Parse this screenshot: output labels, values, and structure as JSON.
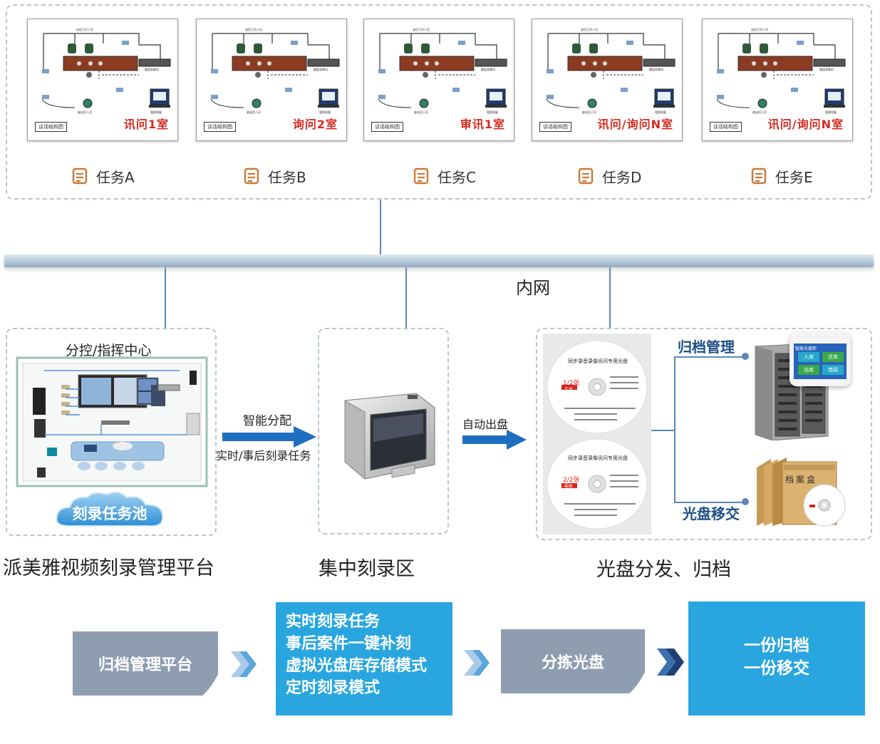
{
  "rooms": [
    {
      "name": "讯问1室",
      "label": "谈话结构图"
    },
    {
      "name": "询问2室",
      "label": "谈话结构图"
    },
    {
      "name": "审讯1室",
      "label": "谈话结构图"
    },
    {
      "name": "讯问/询问N室",
      "label": "谈话结构图"
    },
    {
      "name": "讯问/询问N室",
      "label": "谈话结构图"
    }
  ],
  "tasks": [
    "任务A",
    "任务B",
    "任务C",
    "任务D",
    "任务E"
  ],
  "network_label": "内网",
  "left_panel": {
    "title": "分控/指挥中心",
    "pool": "刻录任务池",
    "caption": "派美雅视频刻录管理平台"
  },
  "arrow1": {
    "top": "智能分配",
    "bottom": "实时/事后刻录任务"
  },
  "center_panel": {
    "caption": "集中刻录区"
  },
  "arrow2": {
    "top": "自动出盘"
  },
  "right_panel": {
    "caption": "光盘分发、归档",
    "archive_label": "归档管理",
    "transfer_label": "光盘移交",
    "disc1": {
      "title": "同步录音录像讯问专用光盘",
      "count": "1/2张",
      "tag": "正本"
    },
    "disc2": {
      "title": "同步录音录像讯问专用光盘",
      "count": "2/2张",
      "tag": "副本"
    },
    "screen": {
      "title": "智能光盘柜",
      "btn1": "入库",
      "btn2": "还库",
      "btn3": "出库",
      "btn4": "借阅"
    },
    "box_label": "档案盒"
  },
  "flow": {
    "step1": "归档管理平台",
    "step2_lines": [
      "实时刻录任务",
      "事后案件一键补刻",
      "虚拟光盘库存储模式",
      "定时刻录模式"
    ],
    "step3": "分拣光盘",
    "step4_lines": [
      "一份归档",
      "一份移交"
    ]
  },
  "colors": {
    "room_name": "#d6281e",
    "flow_grey": "#8f9db0",
    "flow_blue": "#29a6e0",
    "line_blue": "#5b88b5",
    "arrow_blue": "#1f6fc0"
  }
}
